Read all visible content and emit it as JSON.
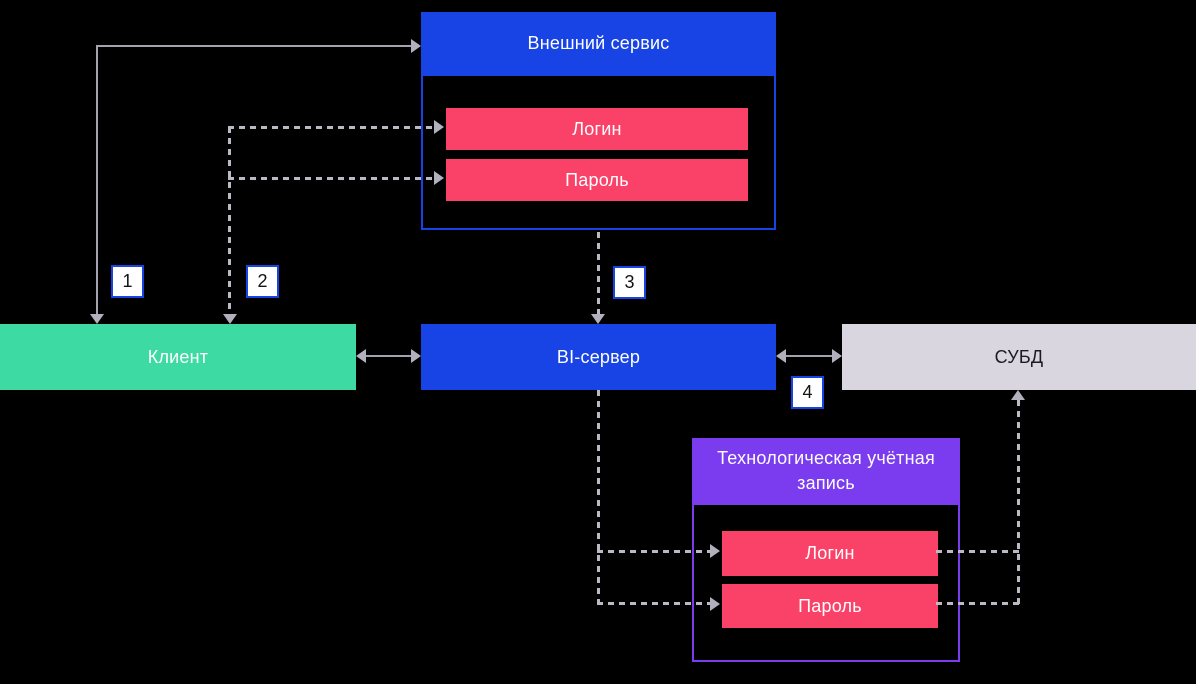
{
  "external_service": {
    "title": "Внешний сервис",
    "fields": [
      {
        "label": "Логин"
      },
      {
        "label": "Пароль"
      }
    ]
  },
  "client": {
    "label": "Клиент"
  },
  "bi_server": {
    "label": "BI-сервер"
  },
  "dbms": {
    "label": "СУБД"
  },
  "tech_account": {
    "title": "Технологическая учётная запись",
    "fields": [
      {
        "label": "Логин"
      },
      {
        "label": "Пароль"
      }
    ]
  },
  "steps": [
    {
      "label": "1"
    },
    {
      "label": "2"
    },
    {
      "label": "3"
    },
    {
      "label": "4"
    }
  ],
  "colors": {
    "background": "#000000",
    "blue": "#1843E5",
    "green": "#3DDBA3",
    "pink": "#FA4168",
    "purple": "#7B3BEE",
    "dbms_gray": "#D9D6E0",
    "line_solid": "#A5A2B0",
    "line_dashed": "#BCB9C4",
    "badge_bg": "#FFFFFF",
    "badge_border": "#1843E5"
  }
}
